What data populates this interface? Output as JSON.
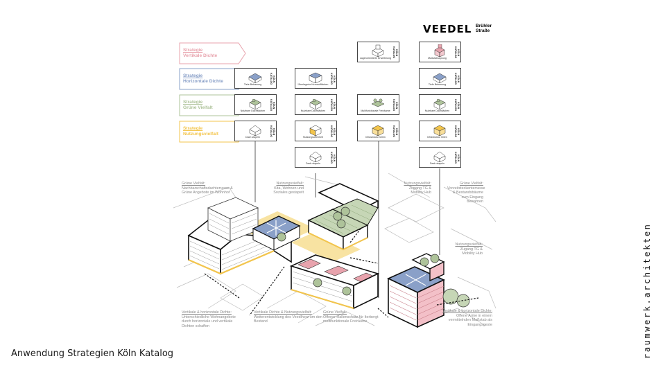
{
  "caption": "Anwendung Strategien Köln Katalog",
  "brand_vertical": "raumwerk.architekten",
  "logo": {
    "word": "VEEDEL",
    "sub1": "Brühler",
    "sub2": "Straße"
  },
  "colors": {
    "pink": "#e8a3ad",
    "blue": "#8aa0c8",
    "green": "#aec39a",
    "yellow": "#f3c54c",
    "outline": "#111111",
    "gray": "#9a9a9a"
  },
  "strategies": [
    {
      "pre": "Strategie",
      "name": "Vertikale Dichte",
      "color": "#e8a3ad"
    },
    {
      "pre": "Strategie",
      "name": "Horizontale Dichte",
      "color": "#8aa0c8"
    },
    {
      "pre": "Strategie",
      "name": "Grüne Vielfalt",
      "color": "#aec39a"
    },
    {
      "pre": "Strategie",
      "name": "Nutzungsvielfalt",
      "color": "#f3c54c"
    }
  ],
  "card_side": "KÖLN KATALOG",
  "columns": [
    {
      "cards": [
        "Tiefe Bebauung",
        "Nutzbare Dachflächen",
        "Dach stapeln"
      ]
    },
    {
      "cards": [
        "Überlagerte Kernaufflächen",
        "Nutzbare Dachflächen",
        "Nutzungsoffenheit",
        "Dach stapeln"
      ]
    },
    {
      "cards": [
        "Lagerorientierte Erweiterung",
        "Multifunktionale Freiräume",
        "Infrastruktur teilen"
      ]
    },
    {
      "cards": [
        "Maßstabssprung",
        "Tiefe Bebauung",
        "Nutzbare Dachflächen",
        "Infrastruktur teilen",
        "Dach stapeln"
      ]
    }
  ],
  "notes": [
    {
      "title": "Grüne Vielfalt:",
      "body": "Nachbarschaftsdachterrasse & Grüne Angebote im Wohnhof"
    },
    {
      "title": "Nutzungsvielfalt:",
      "body": "Kita, Wohnen und Soziales gestapelt"
    },
    {
      "title": "Nutzungsvielfalt:",
      "body": "Zugang TG & Mobility Hub"
    },
    {
      "title": "Grüne Vielfalt:",
      "body": "Vorzeitsteckenterrasse & Bestandsbäume zum Eingang bewahren"
    },
    {
      "title": "Nutzungsvielfalt:",
      "body": "Zugang TG & Mobility Hub"
    },
    {
      "title": "Vertikale & horizontale Dichte:",
      "body": "Unterschiedliche Wohnangebote durch horizontale und vertikale Dichten schaffen"
    },
    {
      "title": "Vertikale Dichte & Nutzungsvielfalt:",
      "body": "Weiterentwicklung des Veedlherz um den Bestand"
    },
    {
      "title": "Grüne Vielfalt:",
      "body": "Offener Hallenschutz für Iterbergt multifunktionale Freiräume"
    },
    {
      "title": "Vertikale & horizontale Dichte:",
      "body": "Offene Arme in einem vermittelnden Maßstab als Eingangsgeste"
    }
  ]
}
